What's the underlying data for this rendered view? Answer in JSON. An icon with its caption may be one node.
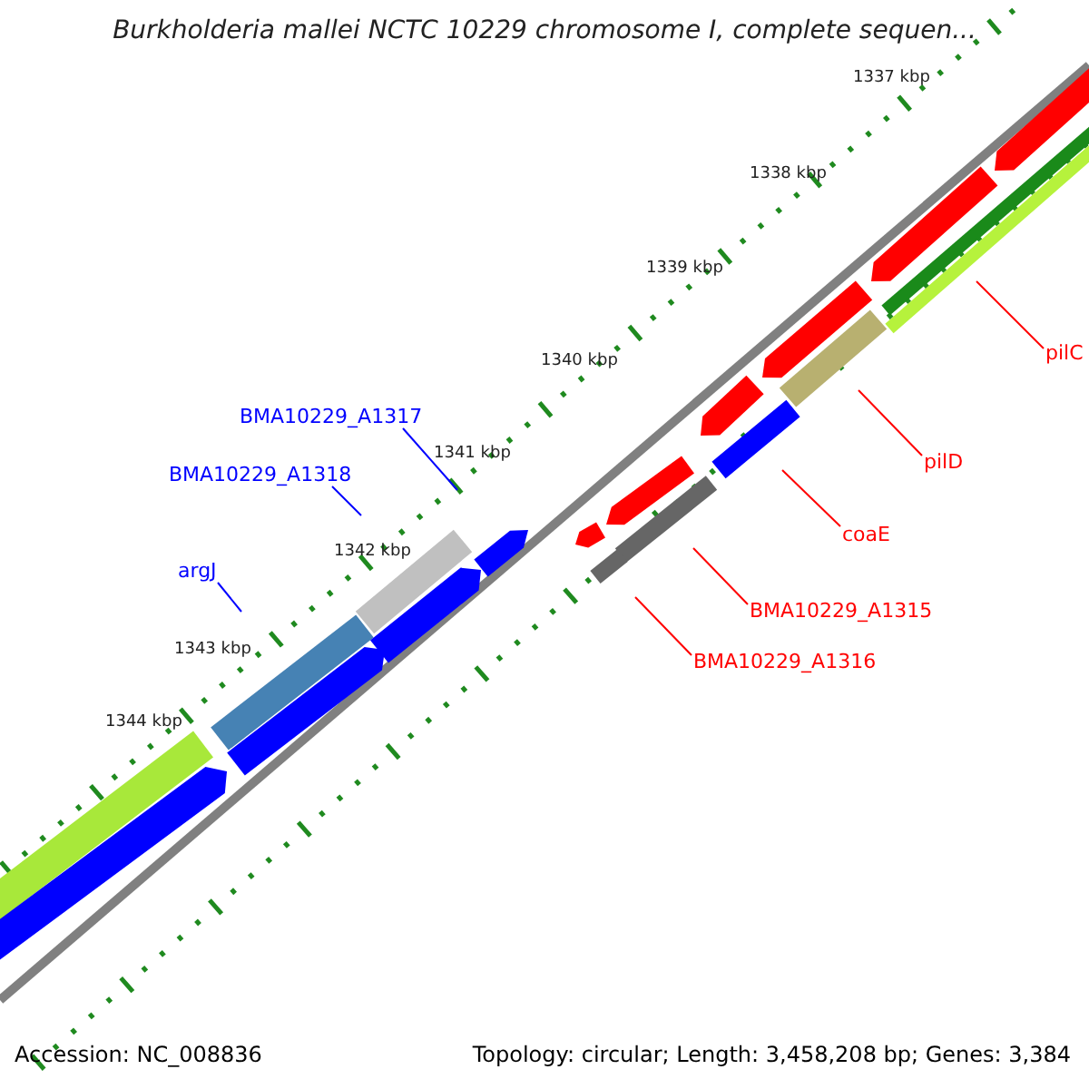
{
  "diagram": {
    "title": "Burkholderia mallei NCTC 10229 chromosome I, complete sequen...",
    "nodes": [
      {
        "text": [
          "BMA10229_A1317"
        ]
      },
      {
        "text": [
          "BMA10229_A1318"
        ]
      },
      {
        "text": [
          "argJ"
        ]
      },
      {
        "text": [
          "pilC"
        ]
      },
      {
        "text": [
          "pilD"
        ]
      },
      {
        "text": [
          "coaE"
        ]
      },
      {
        "text": [
          "BMA10229_A1315"
        ]
      },
      {
        "text": [
          "BMA10229_A1316"
        ]
      }
    ],
    "edges": [
      {
        "from": 0,
        "to": null,
        "arrow": "none",
        "color": "#0000ff"
      },
      {
        "from": 1,
        "to": null,
        "arrow": "none",
        "color": "#0000ff"
      },
      {
        "from": 2,
        "to": null,
        "arrow": "none",
        "color": "#0000ff"
      },
      {
        "from": 3,
        "to": null,
        "arrow": "none"
      },
      {
        "from": 4,
        "to": null,
        "arrow": "none"
      },
      {
        "from": 5,
        "to": null,
        "arrow": "none"
      },
      {
        "from": 6,
        "to": null,
        "arrow": "none"
      },
      {
        "from": 7,
        "to": null,
        "arrow": "none"
      }
    ],
    "labels": [
      "1337 kbp",
      "1338 kbp",
      "1339 kbp",
      "1340 kbp",
      "1341 kbp",
      "1342 kbp",
      "1343 kbp",
      "1344 kbp",
      "Accession: NC_008836",
      "Topology: circular; Length: 3,458,208 bp; Genes: 3,384"
    ]
  }
}
